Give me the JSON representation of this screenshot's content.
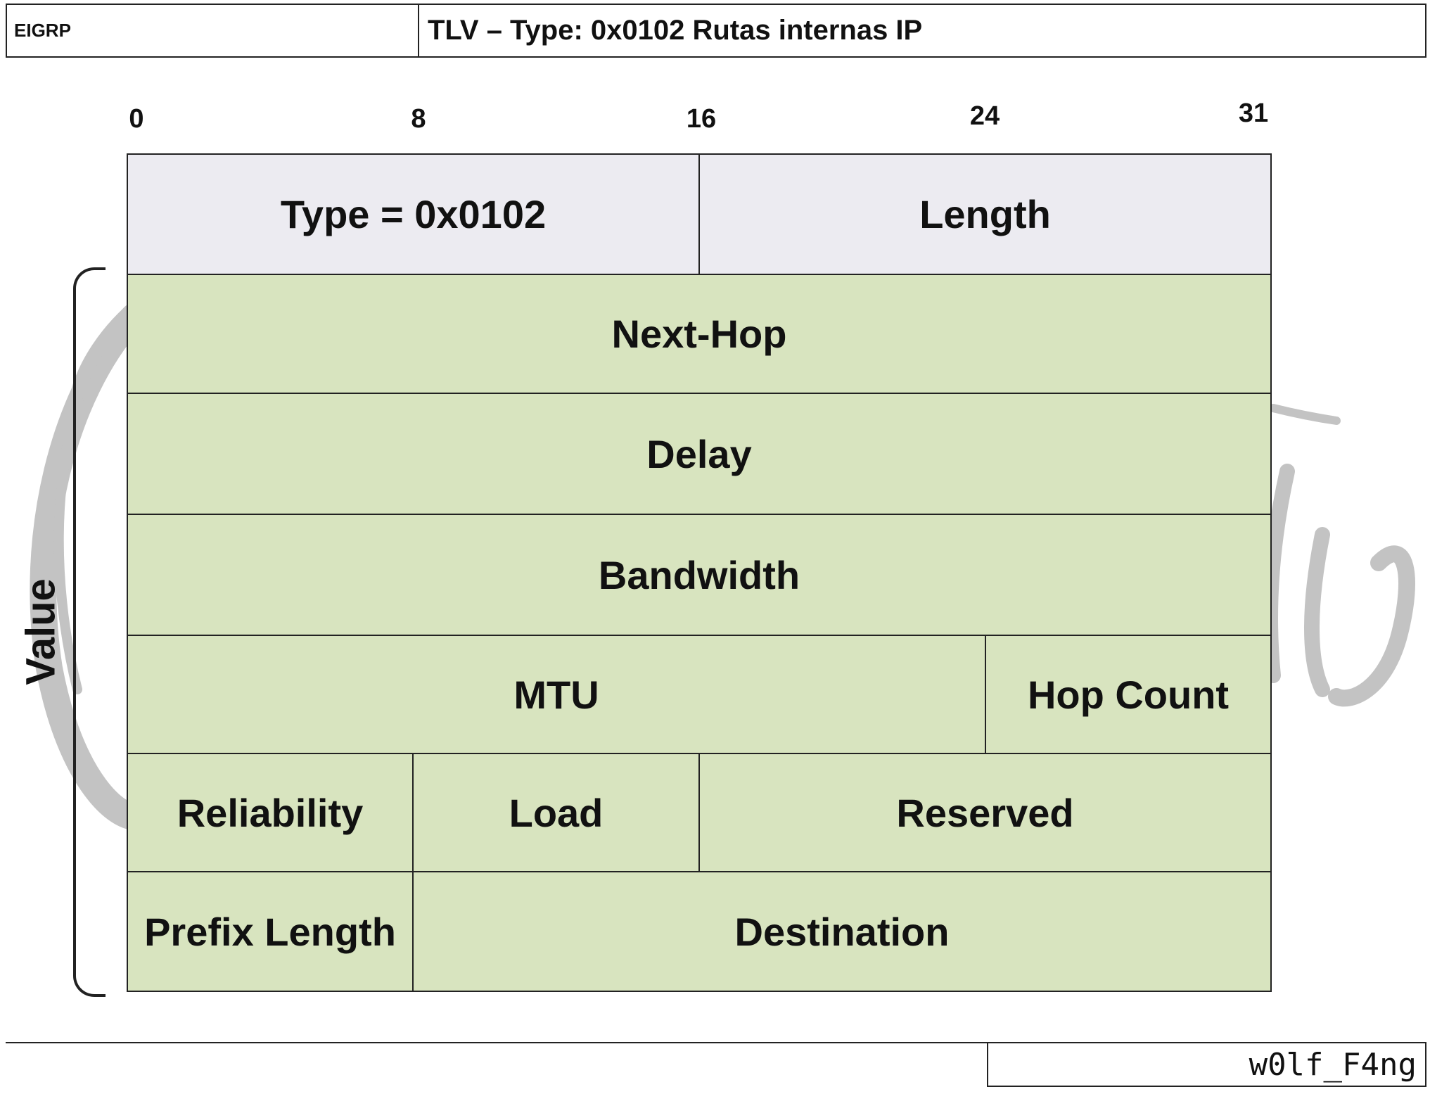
{
  "header": {
    "protocol": "EIGRP",
    "title": "TLV – Type: 0x0102 Rutas internas IP"
  },
  "ruler": [
    "0",
    "8",
    "16",
    "24",
    "31"
  ],
  "fields": {
    "type": "Type = 0x0102",
    "length": "Length",
    "next_hop": "Next-Hop",
    "delay": "Delay",
    "bandwidth": "Bandwidth",
    "mtu": "MTU",
    "hop_count": "Hop Count",
    "reliability": "Reliability",
    "load": "Load",
    "reserved": "Reserved",
    "prefix_length": "Prefix Length",
    "destination": "Destination"
  },
  "value_label": "Value",
  "footer": {
    "author": "w0lf_F4ng"
  },
  "colors": {
    "header_fill": "#ecebf1",
    "value_fill": "#d8e4bf",
    "border": "#222222",
    "watermark": "#b9b9b9"
  }
}
